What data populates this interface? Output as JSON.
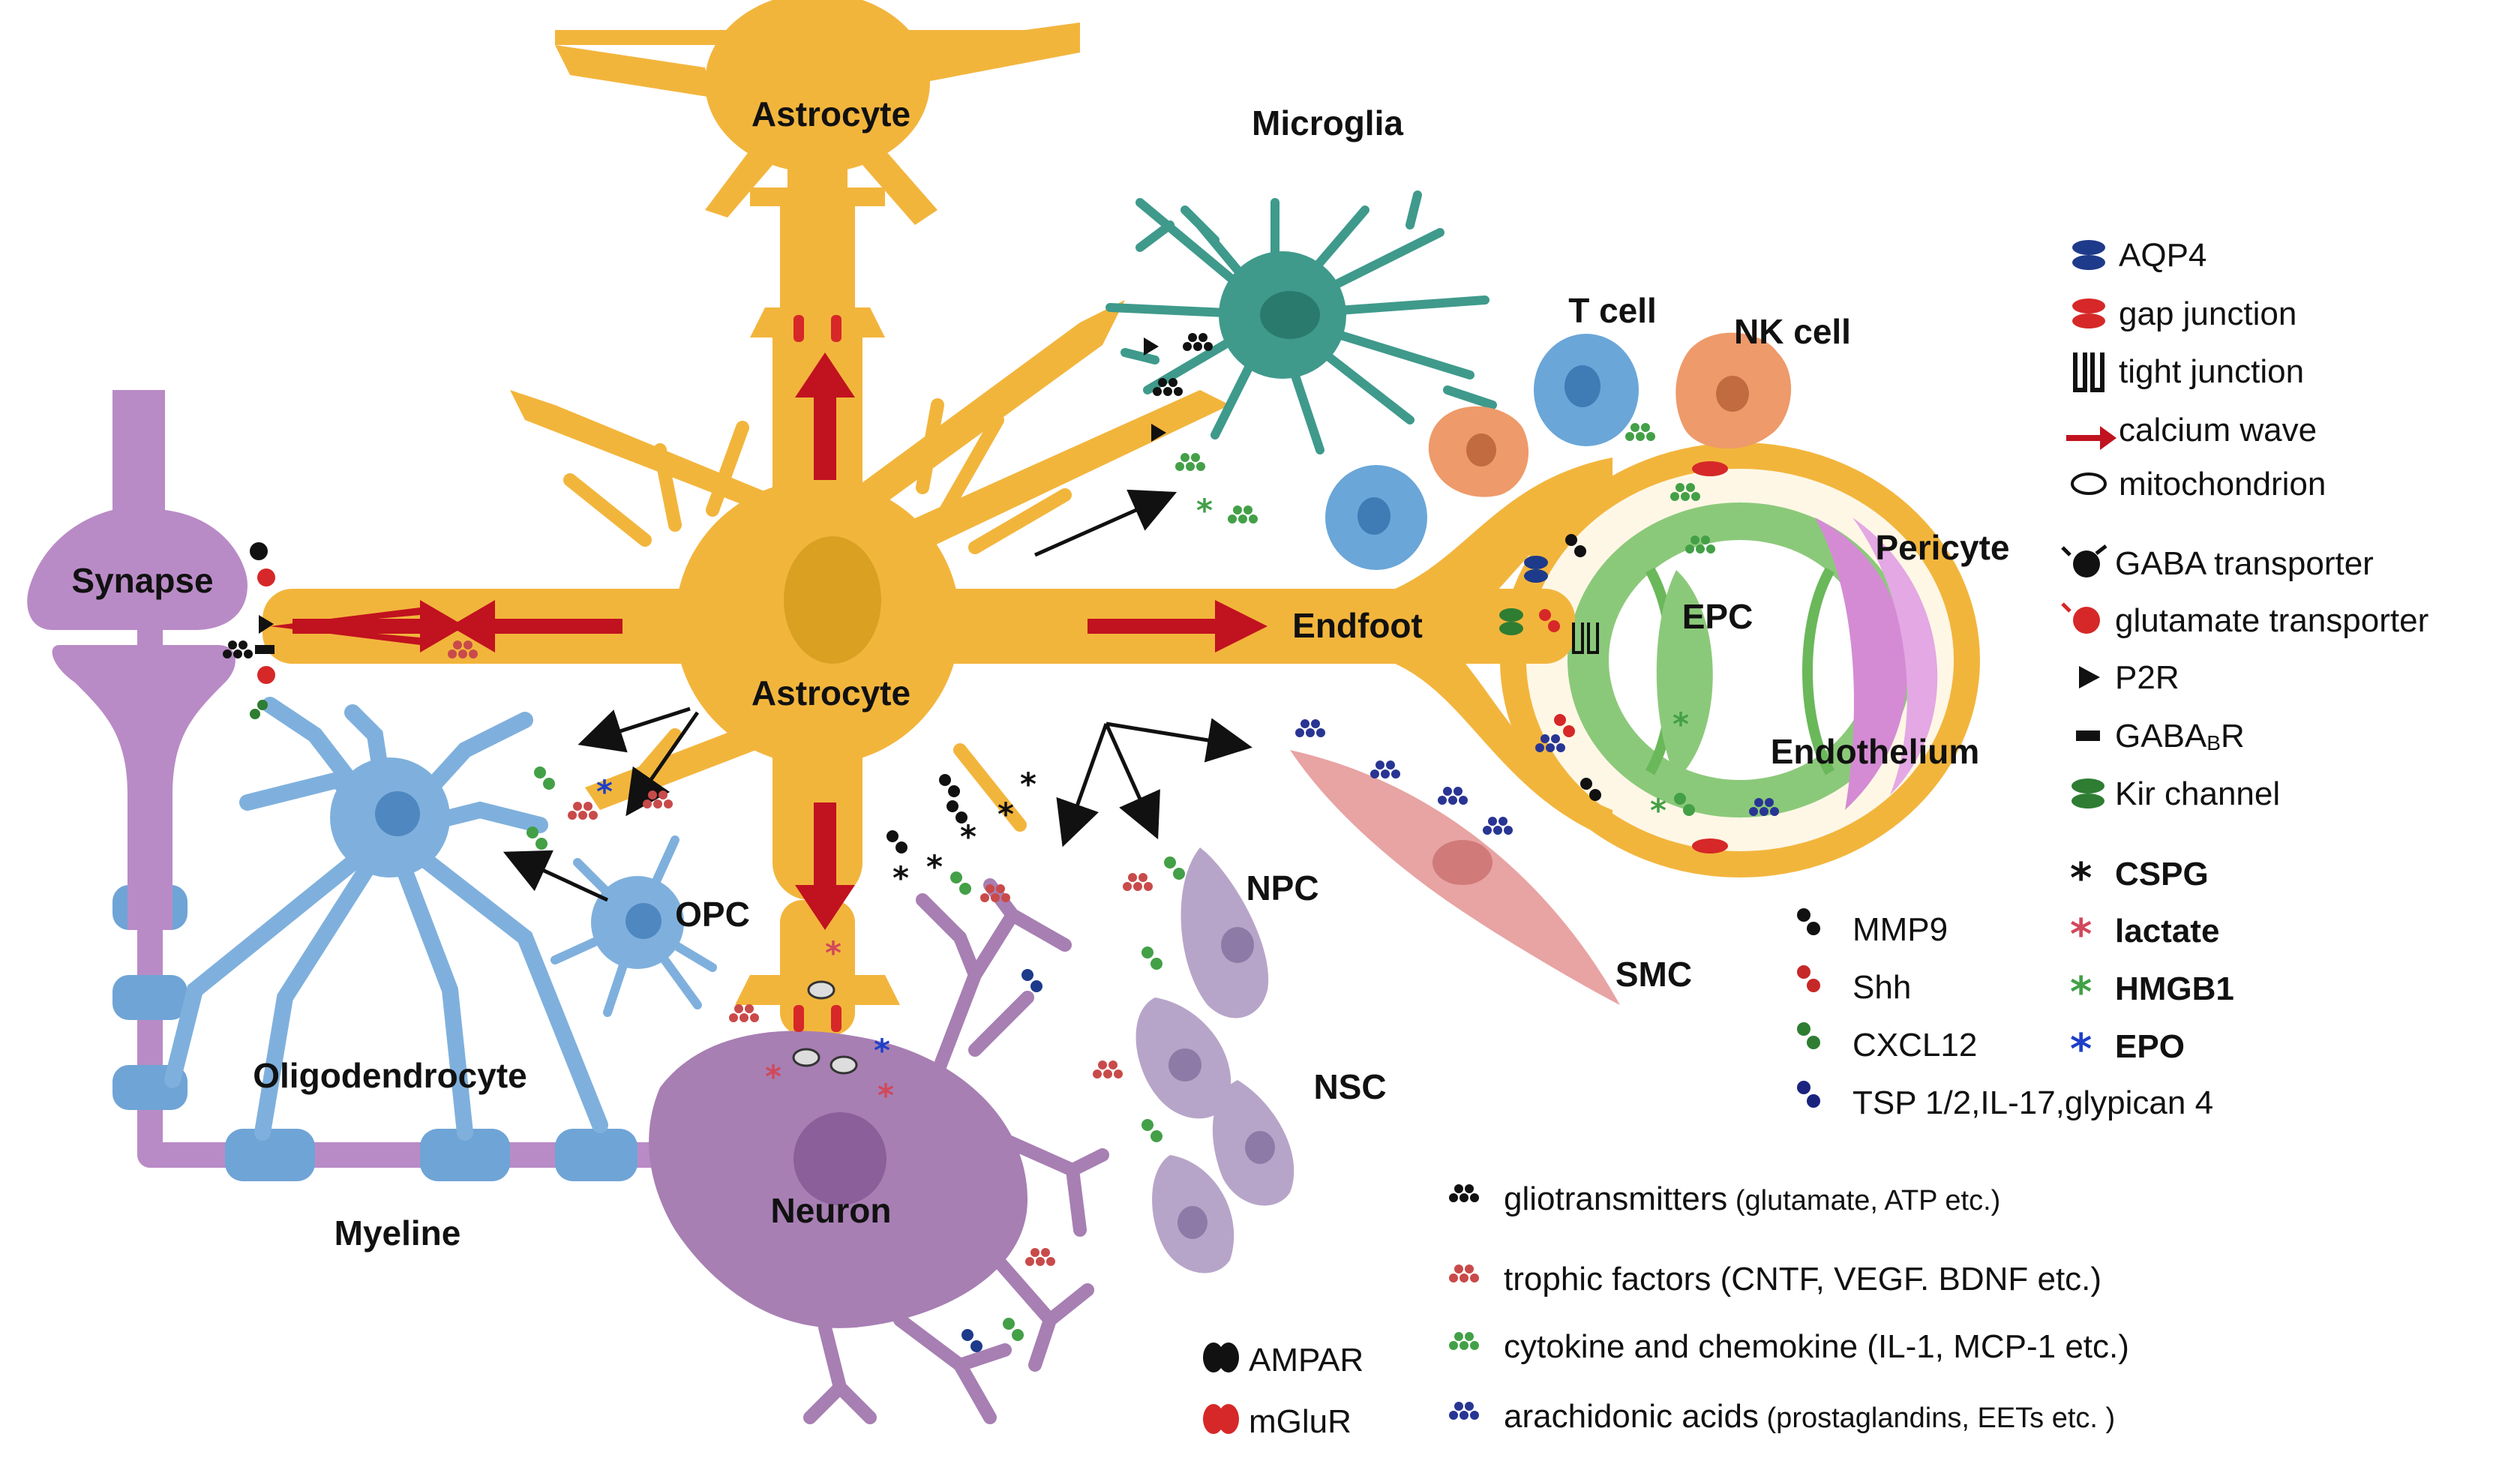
{
  "labels": {
    "astrocyte_top": "Astrocyte",
    "astrocyte_center": "Astrocyte",
    "microglia": "Microglia",
    "t_cell": "T cell",
    "nk_cell": "NK cell",
    "synapse": "Synapse",
    "endfoot": "Endfoot",
    "pericyte": "Pericyte",
    "epc": "EPC",
    "endothelium": "Endothelium",
    "opc": "OPC",
    "oligodendrocyte": "Oligodendrocyte",
    "myeline": "Myeline",
    "neuron": "Neuron",
    "npc": "NPC",
    "nsc": "NSC",
    "smc": "SMC"
  },
  "legend_structures": [
    {
      "icon": "aqp4-icon",
      "label": "AQP4",
      "color": "#1e3a8a"
    },
    {
      "icon": "gap-junction-icon",
      "label": "gap junction",
      "color": "#d62828"
    },
    {
      "icon": "tight-junction-icon",
      "label": "tight junction",
      "color": "#111111"
    },
    {
      "icon": "calcium-wave-arrow-icon",
      "label": "calcium wave",
      "color": "#c1121f"
    },
    {
      "icon": "mitochondrion-icon",
      "label": "mitochondrion",
      "color": "#555555"
    }
  ],
  "legend_receptors": [
    {
      "icon": "gaba-transporter-icon",
      "label": "GABA transporter",
      "color": "#111111"
    },
    {
      "icon": "glutamate-transporter-icon",
      "label": "glutamate transporter",
      "color": "#d62828"
    },
    {
      "icon": "p2r-triangle-icon",
      "label": "P2R",
      "color": "#111111"
    },
    {
      "icon": "gababr-bar-icon",
      "label_main": "GABA",
      "label_sub": "B",
      "label_end": "R",
      "color": "#111111"
    },
    {
      "icon": "kir-channel-icon",
      "label": "Kir channel",
      "color": "#2e7d32"
    }
  ],
  "legend_factors_left": [
    {
      "icon": "mmp9-dots-icon",
      "label": "MMP9",
      "color": "#111111"
    },
    {
      "icon": "shh-dots-icon",
      "label": "Shh",
      "color": "#c62828"
    },
    {
      "icon": "cxcl12-dots-icon",
      "label": "CXCL12",
      "color": "#2e7d32"
    },
    {
      "icon": "tsp-dots-icon",
      "label": "TSP 1/2,IL-17,glypican 4",
      "color": "#1a237e"
    }
  ],
  "legend_factors_right": [
    {
      "icon": "cspg-star-icon",
      "label": "CSPG",
      "color": "#111111"
    },
    {
      "icon": "lactate-star-icon",
      "label": "lactate",
      "color": "#d1495b"
    },
    {
      "icon": "hmgb1-star-icon",
      "label": "HMGB1",
      "color": "#43a047"
    },
    {
      "icon": "epo-star-icon",
      "label": "EPO",
      "color": "#1e40c8"
    }
  ],
  "legend_groups": [
    {
      "icon": "gliotransmitters-cluster-icon",
      "main": "gliotransmitters",
      "detail": " (glutamate, ATP etc.)",
      "color": "#111111"
    },
    {
      "icon": "trophic-factors-cluster-icon",
      "main": "trophic factors",
      "detail": " (CNTF, VEGF. BDNF etc.)",
      "color": "#c94a4a"
    },
    {
      "icon": "cytokine-cluster-icon",
      "main": "cytokine and chemokine",
      "detail": " (IL-1, MCP-1 etc.)",
      "color": "#43a047"
    },
    {
      "icon": "arachidonic-cluster-icon",
      "main": "arachidonic acids",
      "detail": " (prostaglandins, EETs etc. )",
      "color": "#283593"
    }
  ],
  "legend_neuron_receptors": [
    {
      "icon": "ampar-icon",
      "label": "AMPAR",
      "color": "#111111"
    },
    {
      "icon": "mglur-icon",
      "label": "mGluR",
      "color": "#d62828"
    }
  ],
  "colors": {
    "astrocyte": "#f2b53c",
    "astrocyte_nucleus": "#d9a022",
    "microglia": "#3f9a8c",
    "t_cell": "#6aa6d8",
    "nk_cell": "#ee9a6a",
    "neuron": "#a77fb3",
    "oligodendrocyte": "#7fb0dd",
    "endothelium": "#8bc97a",
    "pericyte": "#d48bd4",
    "smc": "#e8a3a3",
    "npc": "#b7a5c9",
    "calcium_wave": "#c1121f"
  }
}
